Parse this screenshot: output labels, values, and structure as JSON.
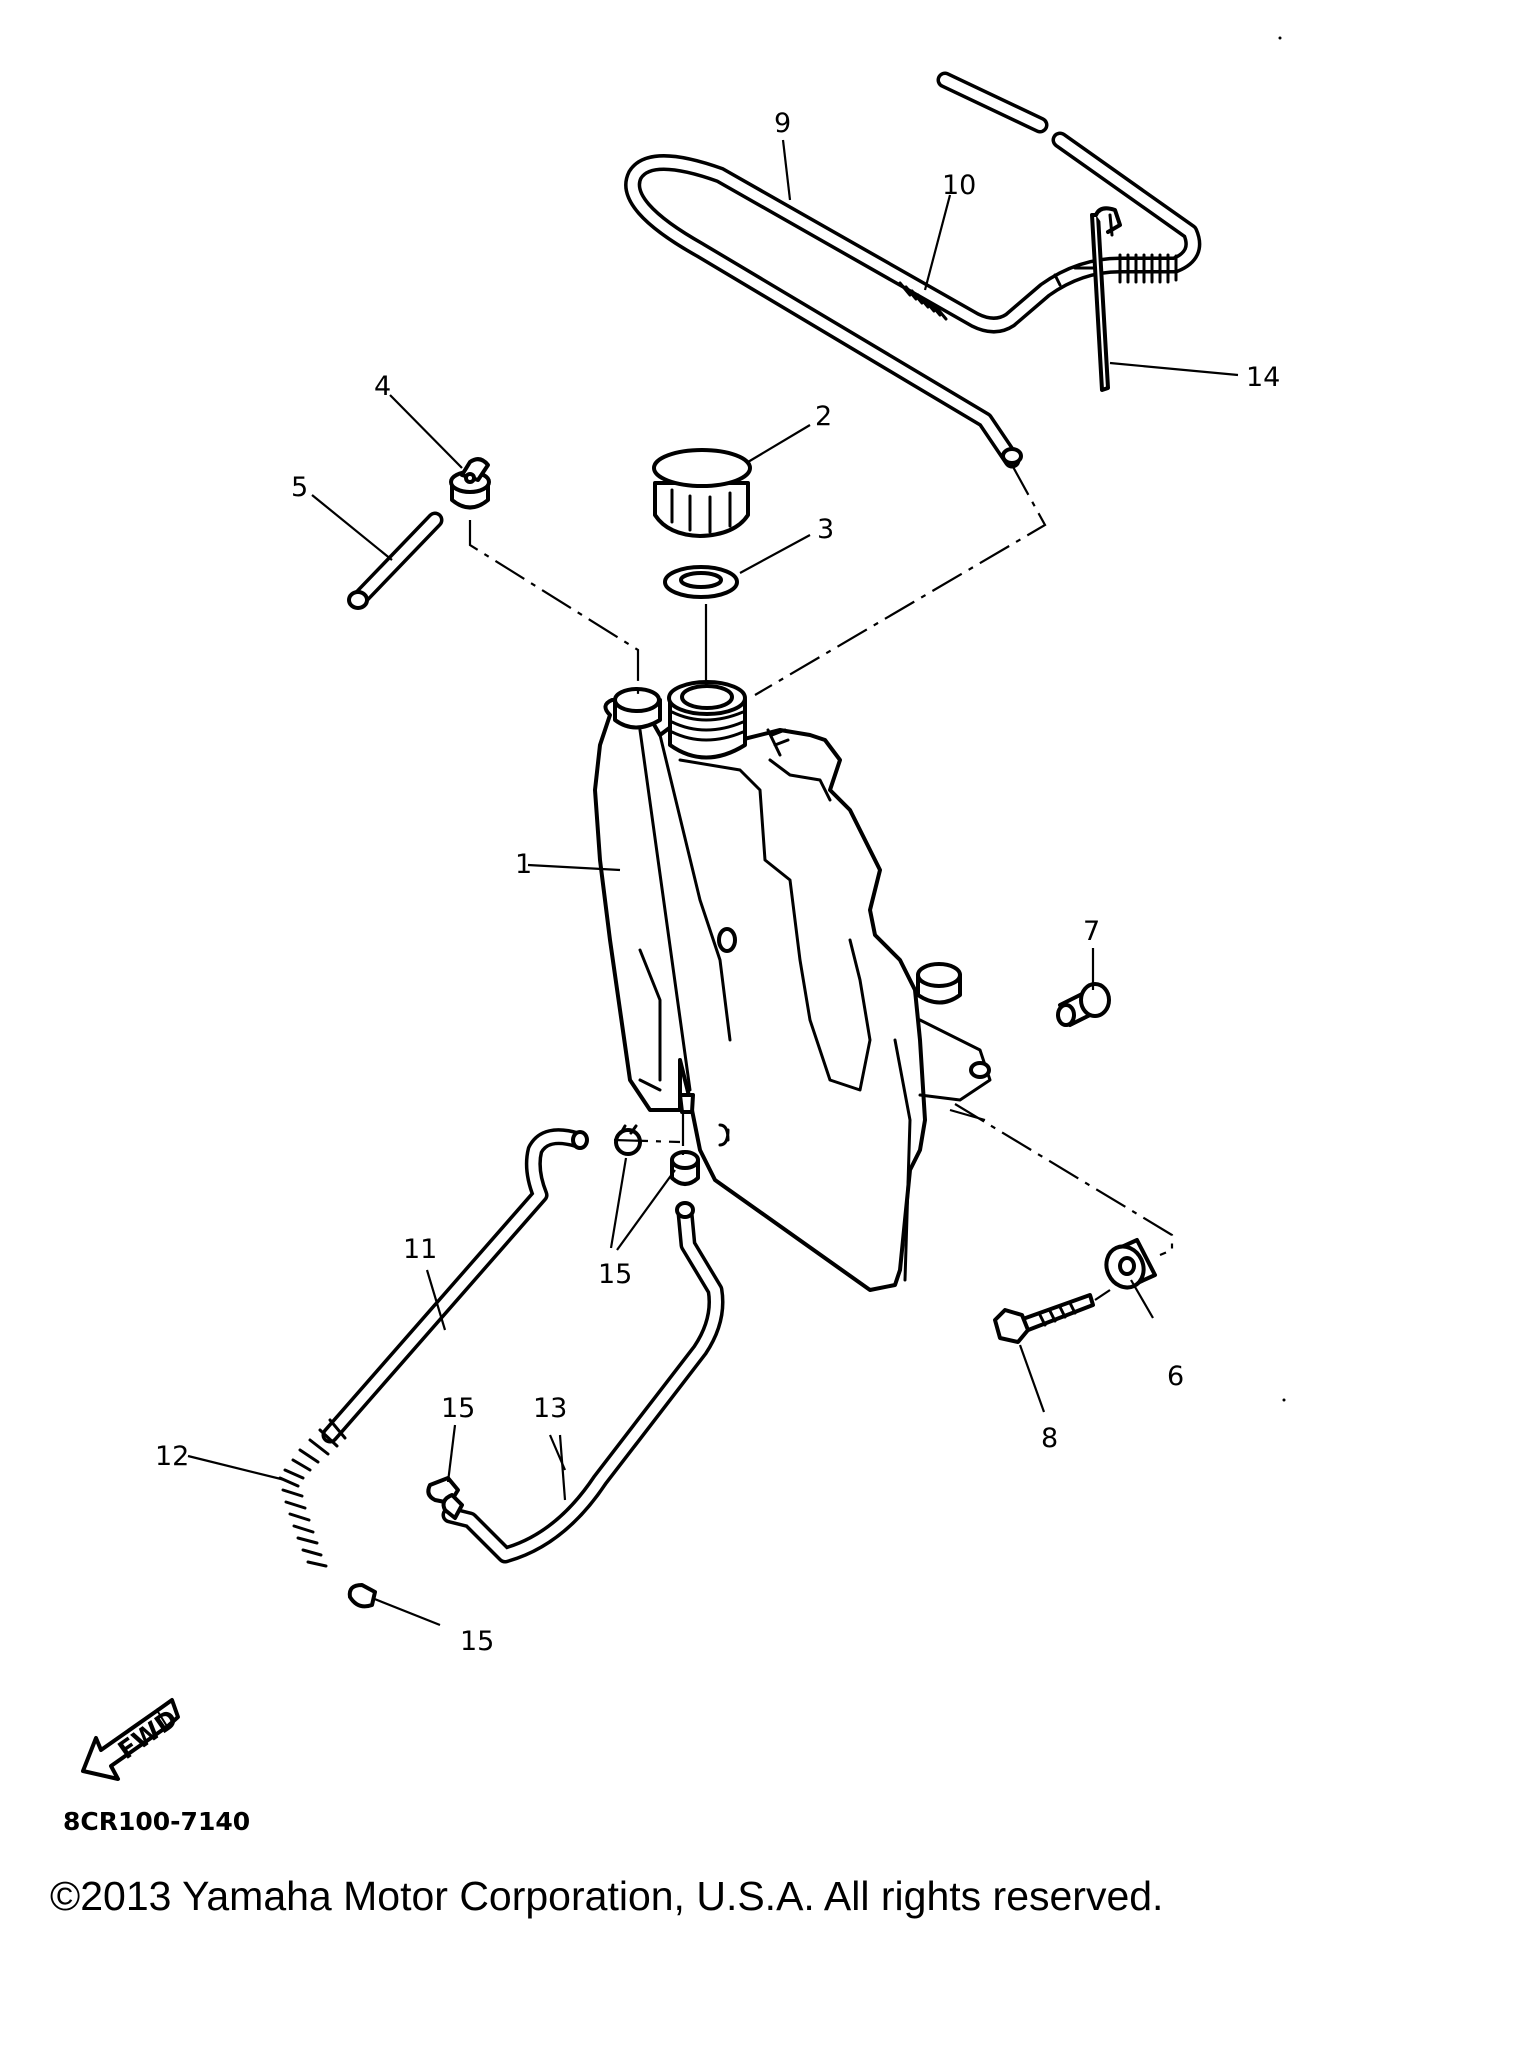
{
  "diagram": {
    "callouts": [
      "1",
      "2",
      "3",
      "4",
      "5",
      "6",
      "7",
      "8",
      "9",
      "10",
      "11",
      "12",
      "13",
      "14",
      "15",
      "15",
      "15",
      "15"
    ],
    "fwd_label": "FWD",
    "drawing_code": "8CR100-7140"
  },
  "footer": {
    "copyright": "©2013 Yamaha Motor Corporation, U.S.A. All rights reserved."
  }
}
